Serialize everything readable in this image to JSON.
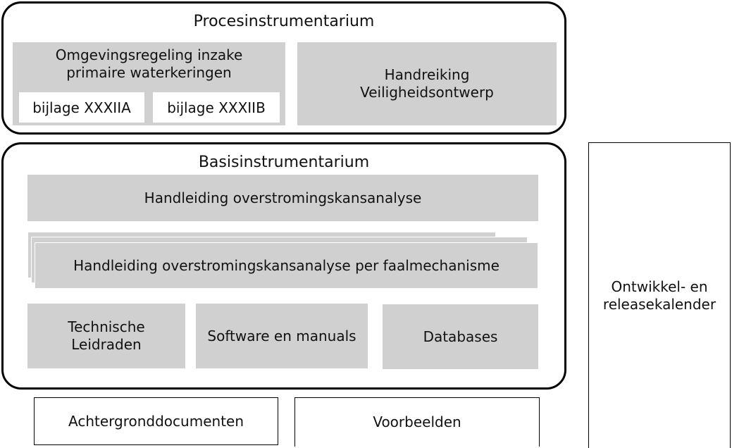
{
  "process": {
    "title": "Procesinstrumentarium",
    "omgevingsregeling": "Omgevingsregeling inzake\nprimaire waterkeringen",
    "bijlage_a": "bijlage XXXIIA",
    "bijlage_b": "bijlage XXXIIB",
    "handreiking": "Handreiking\nVeiligheidsontwerp"
  },
  "basis": {
    "title": "Basisinstrumentarium",
    "handleiding": "Handleiding overstromingskansanalyse",
    "handleiding_faal": "Handleiding overstromingskansanalyse per faalmechanisme",
    "technische": "Technische\nLeidraden",
    "software": "Software en manuals",
    "databases": "Databases"
  },
  "bottom": {
    "achtergrond": "Achtergronddocumenten",
    "voorbeelden": "Voorbeelden"
  },
  "side": {
    "kalender": "Ontwikkel- en\nreleasekalender"
  },
  "colors": {
    "box_fill": "#d0d0d0",
    "outline": "#000000"
  }
}
